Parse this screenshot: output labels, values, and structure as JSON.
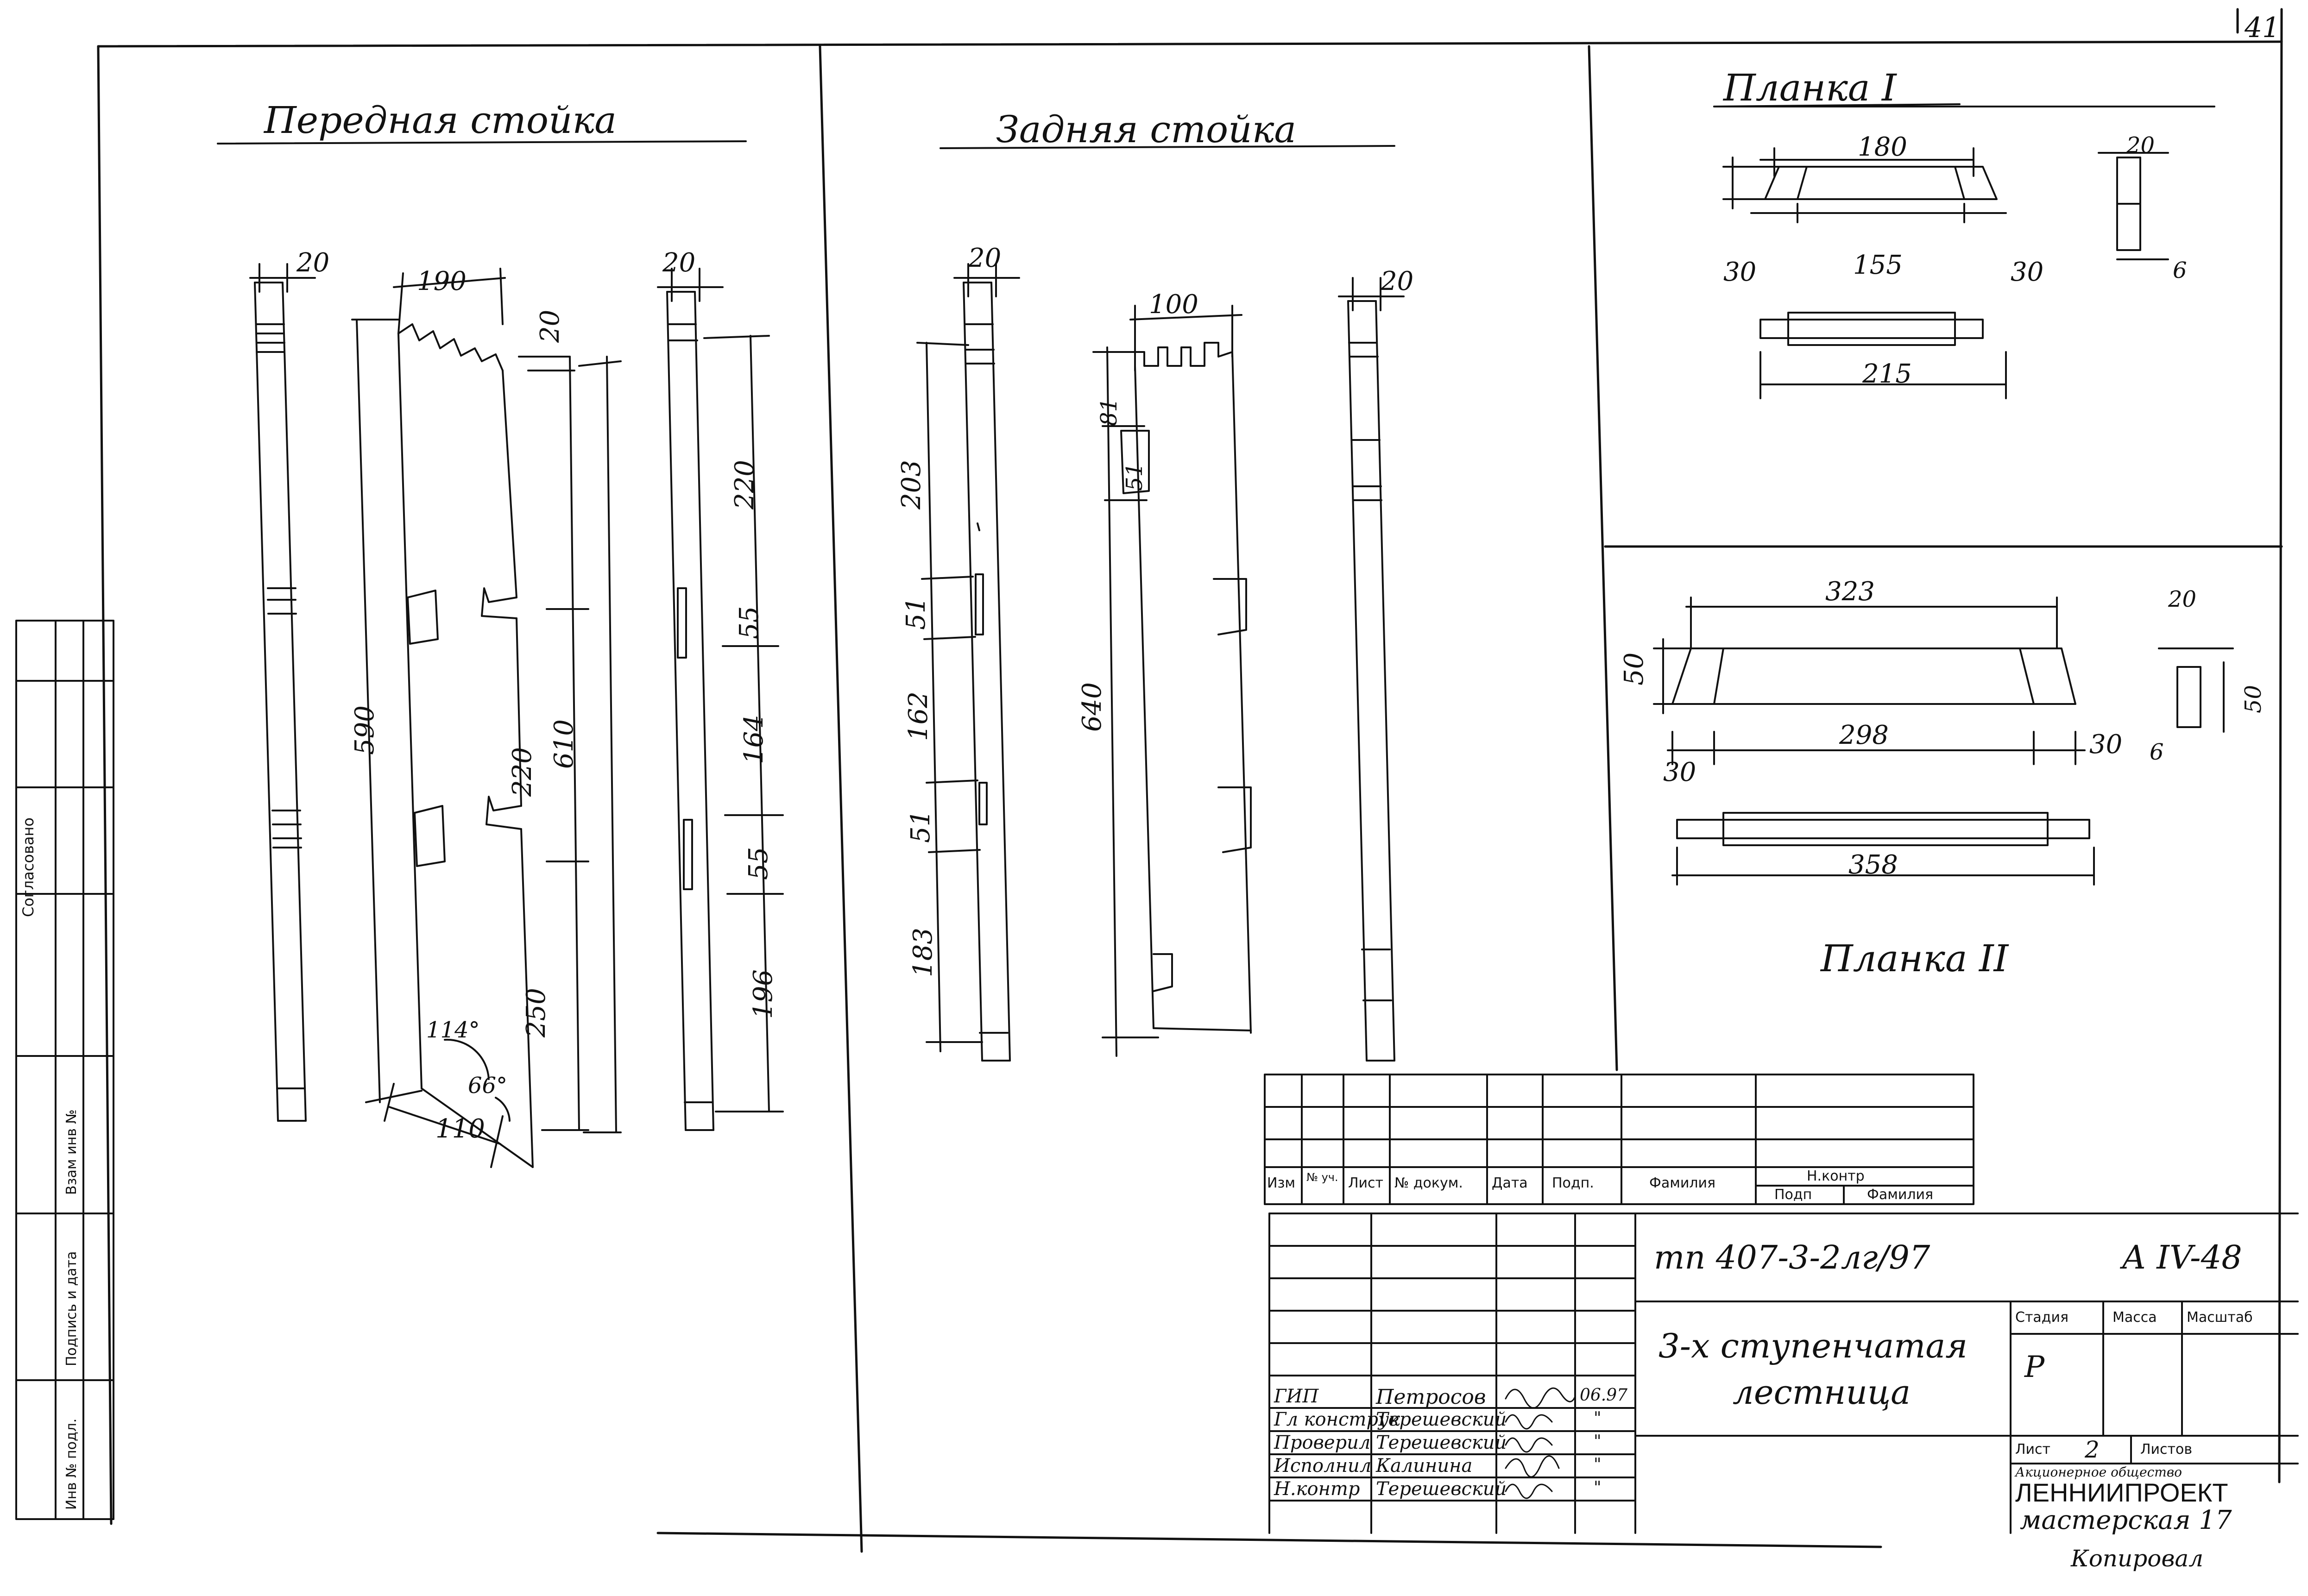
{
  "sheet_number": "41",
  "views": {
    "front_post": "Передная стойка",
    "rear_post": "Задняя стойка",
    "plank_1": "Планка I",
    "plank_2": "Планка II"
  },
  "dims": {
    "fp_20a": "20",
    "fp_190": "190",
    "fp_20b": "20",
    "fp_590": "590",
    "fp_220a": "220",
    "fp_610": "610",
    "fp_250": "250",
    "fp_114": "114°",
    "fp_66": "66°",
    "fp_110": "110",
    "fp_20c": "20",
    "fp_220b": "220",
    "fp_55a": "55",
    "fp_164": "164",
    "fp_55b": "55",
    "fp_196": "196",
    "rp_20a": "20",
    "rp_203": "203",
    "rp_51a": "51",
    "rp_162": "162",
    "rp_51b": "51",
    "rp_183": "183",
    "rp_100": "100",
    "rp_81": "81",
    "rp_51c": "51",
    "rp_640": "640",
    "rp_20b": "20",
    "p1_180": "180",
    "p1_30a": "30",
    "p1_155": "155",
    "p1_30b": "30",
    "p1_215": "215",
    "p1_20": "20",
    "p1_6": "6",
    "p2_323": "323",
    "p2_50": "50",
    "p2_298": "298",
    "p2_30a": "30",
    "p2_30b": "30",
    "p2_358": "358",
    "p2_20": "20",
    "p2_50b": "50",
    "p2_6": "6"
  },
  "side_stamp": {
    "agreed": "Согласовано",
    "interchange": "Взам инв №",
    "signature_date": "Подпись и дата",
    "inventory": "Инв № подл."
  },
  "revision_table": {
    "headers": [
      "Изм",
      "№ уч.",
      "Лист",
      "№ докум.",
      "Дата",
      "Подп.",
      "Фамилия"
    ],
    "norm_control": "Н.контр",
    "norm_sub": [
      "Подп",
      "Фамилия"
    ]
  },
  "title_block": {
    "code": "тп 407-3-2лг/97",
    "album": "А IV-48",
    "title_line1": "3-х ступенчатая",
    "title_line2": "лестница",
    "stage_header": [
      "Стадия",
      "Масса",
      "Масштаб"
    ],
    "stage": "Р",
    "sheet_label": "Лист",
    "sheet_value": "2",
    "sheets_label": "Листов",
    "org_small": "Акционерное общество",
    "org": "ЛЕННИИПРОЕКТ",
    "workshop": "мастерская 17",
    "roles": [
      "ГИП",
      "Гл конструк",
      "Проверил",
      "Исполнил",
      "Н.контр"
    ],
    "names": [
      "Петросов",
      "Терешевский",
      "Терешевский",
      "Калинина",
      "Терешевский"
    ],
    "dates": [
      "06.97",
      "\"",
      "\"",
      "\"",
      "\""
    ]
  },
  "copy_stamp": "Копировал"
}
